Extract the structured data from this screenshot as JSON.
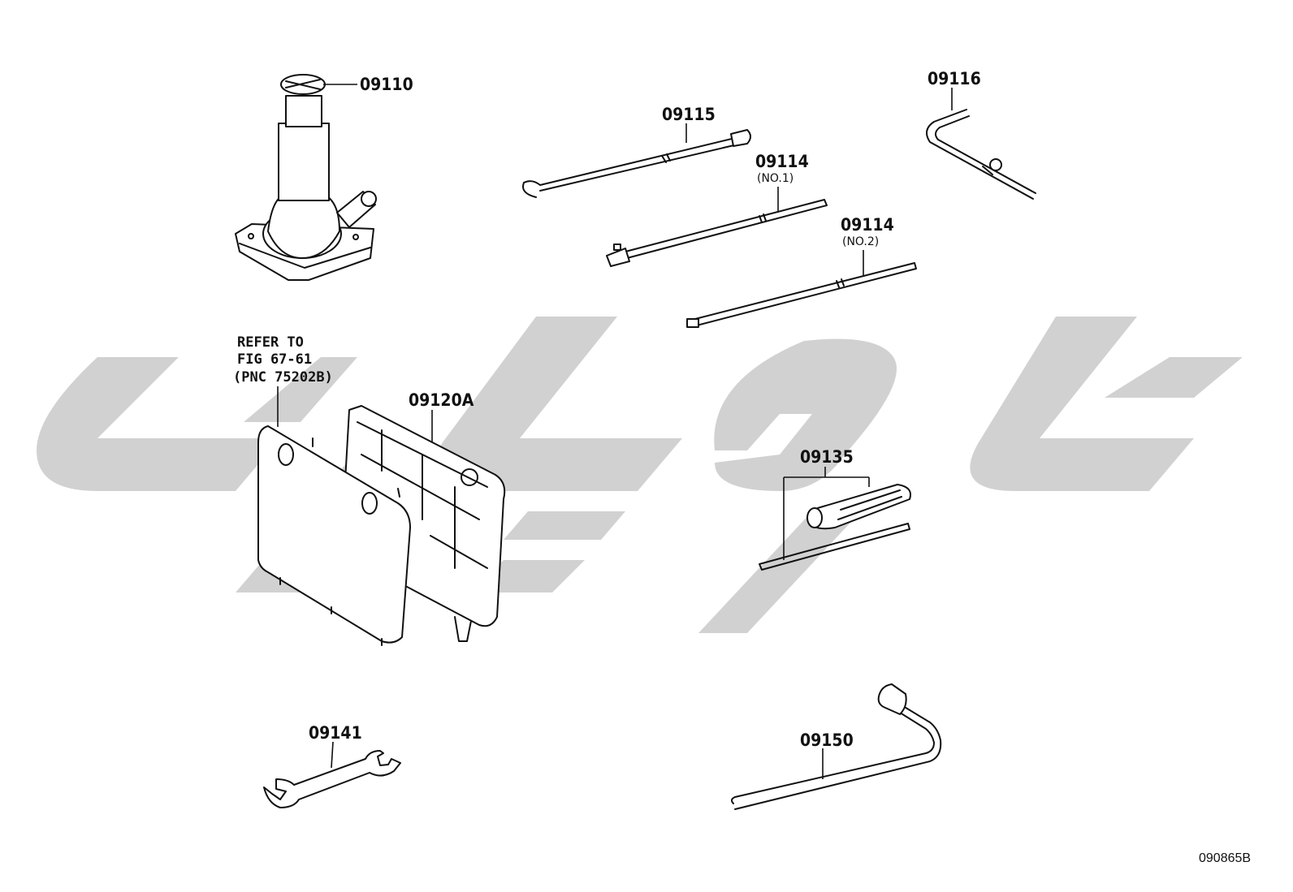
{
  "diagram": {
    "watermark_color": "#cfcfcf",
    "line_color": "#111111",
    "parts": [
      {
        "id": "jack",
        "label": "09110"
      },
      {
        "id": "jack-handle",
        "label": "09115"
      },
      {
        "id": "extension-bar-no1",
        "label": "09114",
        "sublabel": "(NO.1)"
      },
      {
        "id": "extension-bar-no2",
        "label": "09114",
        "sublabel": "(NO.2)"
      },
      {
        "id": "crank-handle",
        "label": "09116"
      },
      {
        "id": "tool-bag",
        "label": "09120A"
      },
      {
        "id": "screwdriver",
        "label": "09135"
      },
      {
        "id": "wrench",
        "label": "09141"
      },
      {
        "id": "lug-wrench",
        "label": "09150"
      }
    ],
    "reference_note": {
      "line1": "REFER TO",
      "line2": "FIG 67-61",
      "line3": "(PNC 75202B)"
    },
    "drawing_code": "090865B"
  }
}
